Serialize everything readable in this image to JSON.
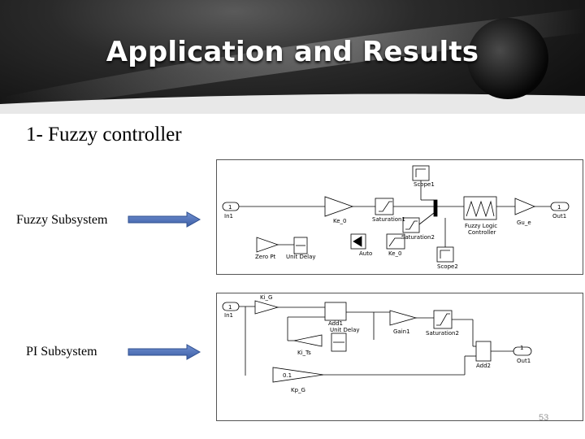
{
  "slide": {
    "title": "Application and Results",
    "heading": "1- Fuzzy controller",
    "page_number": "53"
  },
  "labels": {
    "fuzzy": "Fuzzy Subsystem",
    "pi": "PI Subsystem"
  },
  "fuzzy_diagram": {
    "scope1": "Scope1",
    "in1": "In1",
    "port_in_num": "1",
    "gain": "Ke_0",
    "sat1": "Saturation1",
    "sat2": "Saturation2",
    "flc": "Fuzzy Logic\nController",
    "gain_out": "Gu_e",
    "out1": "Out1",
    "port_out_num": "1",
    "gain3": "Zero Pt",
    "unit_delay": "Unit Delay",
    "auto": "Auto",
    "gain_ke": "Ke_0",
    "scope2": "Scope2"
  },
  "pi_diagram": {
    "in1": "In1",
    "port_in_num": "1",
    "kp_top": "Ki_G",
    "add1": "Add1",
    "unit_delay": "Unit Delay",
    "gain1": "Gain1",
    "sat2": "Saturation2",
    "add2": "Add2",
    "out1": "Out1",
    "port_out_num": "1",
    "feedback_gain": "Ki_Ts",
    "kp_bottom": "Kp_G",
    "kp_value": "0.1"
  },
  "colors": {
    "arrow": "#3d5fa6",
    "banner_bg": "#1a1a1a"
  }
}
